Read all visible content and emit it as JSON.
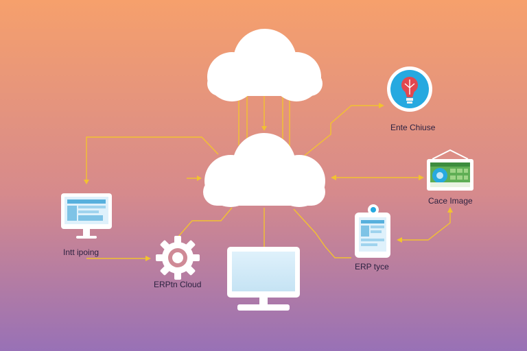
{
  "colors": {
    "bg_top": "#f6a06c",
    "bg_mid": "#d98a8a",
    "bg_bottom": "#9a72b4",
    "connector": "#f2c230",
    "cloud": "#ffffff",
    "screen": "#7ec3e6",
    "bulb_circle": "#26a9e0",
    "bulb": "#e2474f"
  },
  "icons": [
    "cloud-icon",
    "monitor-icon",
    "gear-icon",
    "desktop-icon",
    "lightbulb-icon",
    "server-icon",
    "tablet-icon"
  ],
  "labels": {
    "monitor": "Intt ipoing",
    "gear": "ERPtn Cloud",
    "bulb": "Ente Chiuse",
    "server": "Cace Image",
    "tablet": "ERP tyce"
  }
}
